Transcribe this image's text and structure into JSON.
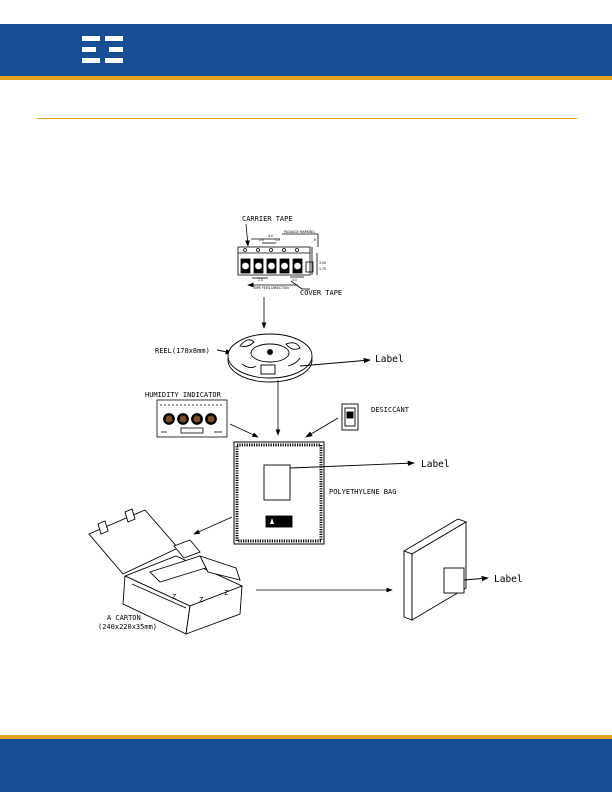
{
  "header": {
    "logo_icon": "ee-logo-icon",
    "band_color": "#164f93",
    "accent_color": "#e6a120"
  },
  "diagram": {
    "carrier_tape": "CARRIER TAPE",
    "cover_tape": "COVER TAPE",
    "package_marking": "PACKAGE MARKING",
    "tape_feed_direction": "TAPE FEED DIRECTION",
    "dim_40": "4.0",
    "dim_20": "2.0",
    "dim_15": "1.5",
    "dim_40b": "4.0",
    "dim_8": "8",
    "dim_350": "3.50",
    "dim_175": "1.75",
    "reel": "REEL(178x8mm)",
    "humidity_indicator": "HUMIDITY INDICATOR",
    "desiccant": "DESICCANT",
    "polyethylene_bag": "POLYETHYLENE BAG",
    "label_1": "Label",
    "label_2": "Label",
    "label_3": "Label",
    "carton_title": "A CARTON",
    "carton_size": "(240x220x35mm)"
  }
}
